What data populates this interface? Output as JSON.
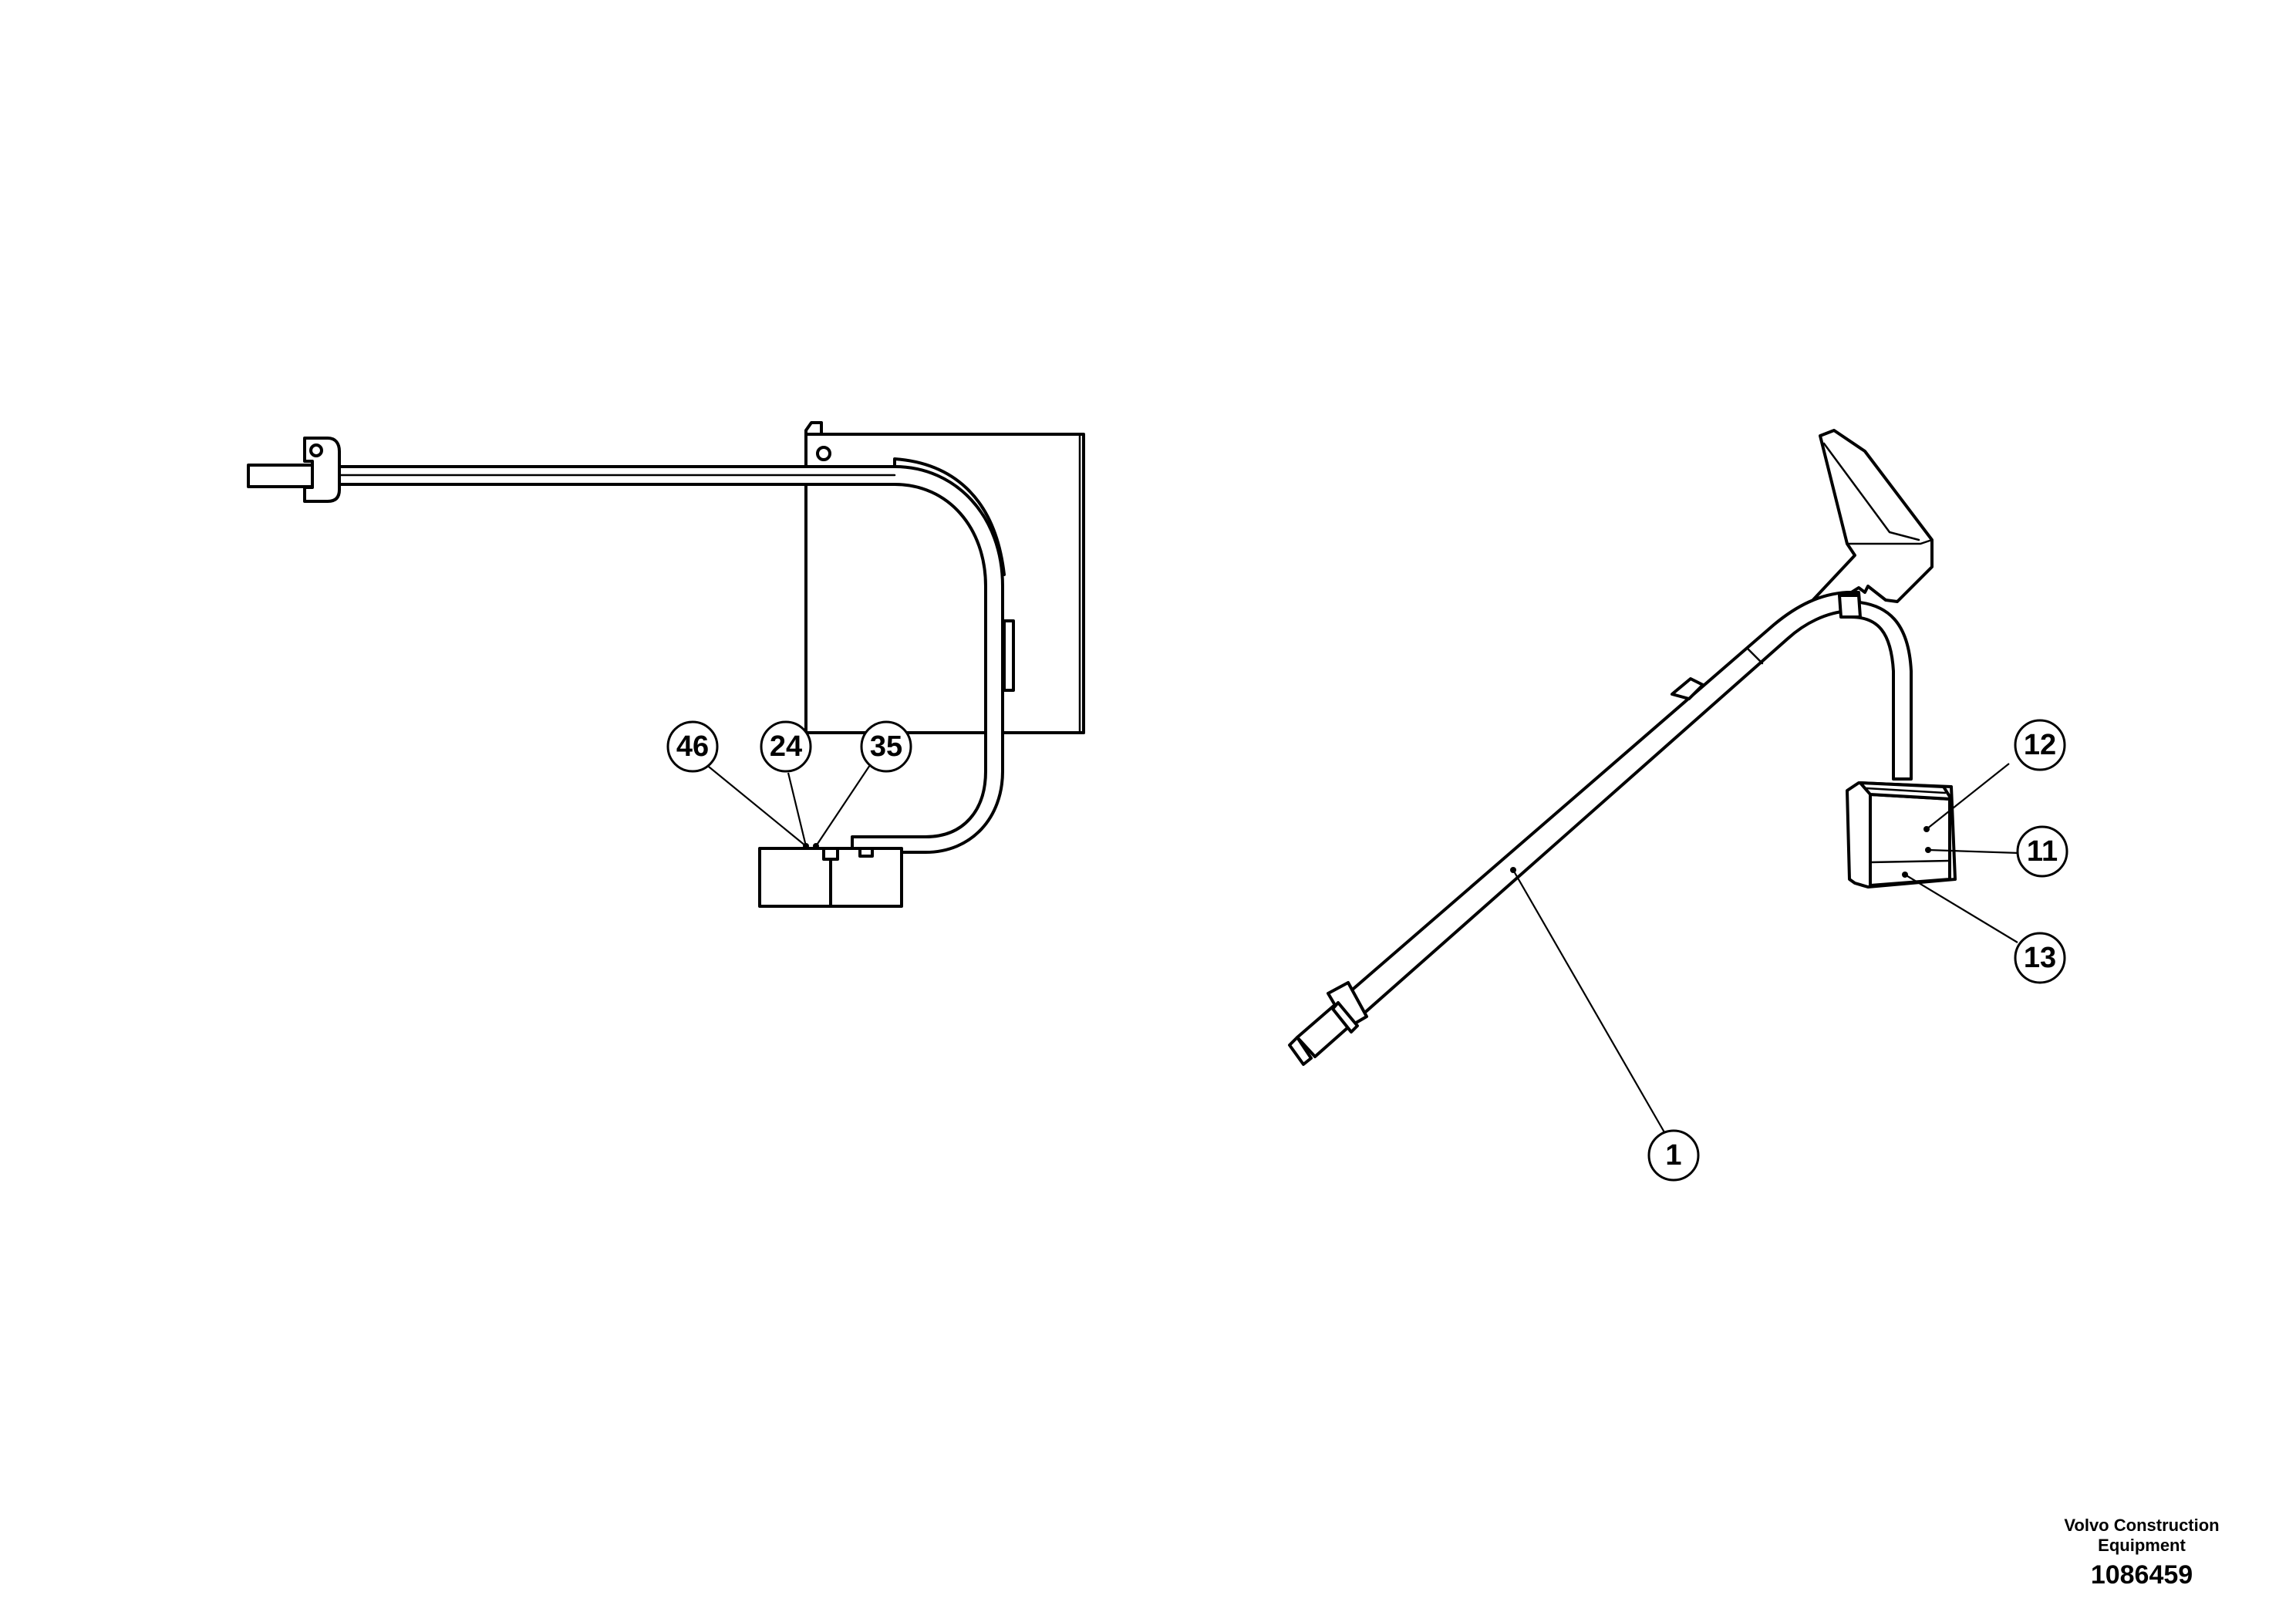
{
  "balloons": [
    {
      "id": "46",
      "label": "46"
    },
    {
      "id": "24",
      "label": "24"
    },
    {
      "id": "35",
      "label": "35"
    },
    {
      "id": "12",
      "label": "12"
    },
    {
      "id": "11",
      "label": "11"
    },
    {
      "id": "13",
      "label": "13"
    },
    {
      "id": "1",
      "label": "1"
    }
  ],
  "footer": {
    "brand": "Volvo Construction Equipment",
    "drawing_number": "1086459"
  }
}
